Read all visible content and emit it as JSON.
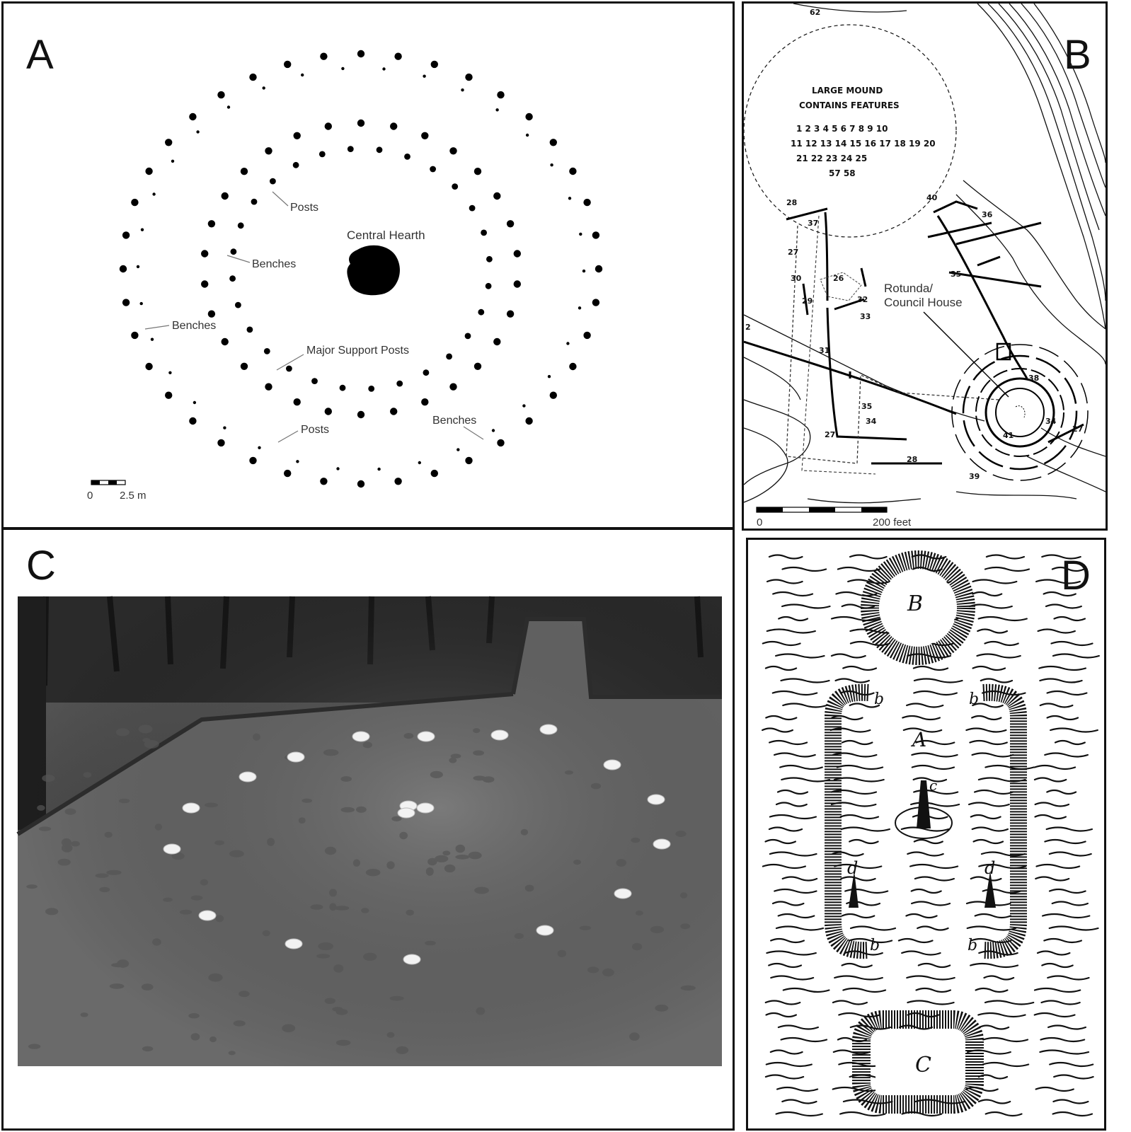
{
  "panels": {
    "a": {
      "letter": "A",
      "labels": {
        "central_hearth": "Central Hearth",
        "posts_top": "Posts",
        "benches_inner": "Benches",
        "benches_left": "Benches",
        "major_support_posts": "Major Support Posts",
        "posts_bottom": "Posts",
        "benches_right": "Benches"
      },
      "scale": {
        "zero": "0",
        "value": "2.5 m"
      }
    },
    "b": {
      "letter": "B",
      "mound_title": [
        "LARGE MOUND",
        "CONTAINS FEATURES"
      ],
      "feature_rows": [
        "1 2 3  4 5 6 7 8 9 10",
        "11 12 13 14 15 16 17 18 19 20",
        "21 22 23 24 25",
        "57 58"
      ],
      "callout": [
        "Rotunda/",
        "Council House"
      ],
      "feature_numbers": [
        "62",
        "28",
        "37",
        "40",
        "36",
        "27",
        "30",
        "26",
        "29",
        "32",
        "33",
        "35",
        "2",
        "31",
        "35",
        "34",
        "38",
        "34",
        "27",
        "41",
        "28",
        "39",
        "27"
      ],
      "scale": {
        "zero": "0",
        "value": "200 feet"
      }
    },
    "c": {
      "letter": "C"
    },
    "d": {
      "letter": "D",
      "labels": [
        "B",
        "b",
        "b",
        "A",
        "c",
        "d",
        "d",
        "b",
        "b",
        "C"
      ]
    }
  }
}
